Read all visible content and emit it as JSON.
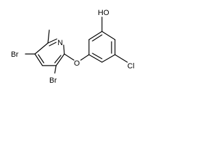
{
  "atoms": {
    "br_top": "Br",
    "br_bottom": "Br",
    "n": "N",
    "o": "O",
    "oh": "HO",
    "cl": "Cl"
  },
  "colors": {
    "background": "#ffffff",
    "bond": "#000000",
    "text": "#000000"
  }
}
